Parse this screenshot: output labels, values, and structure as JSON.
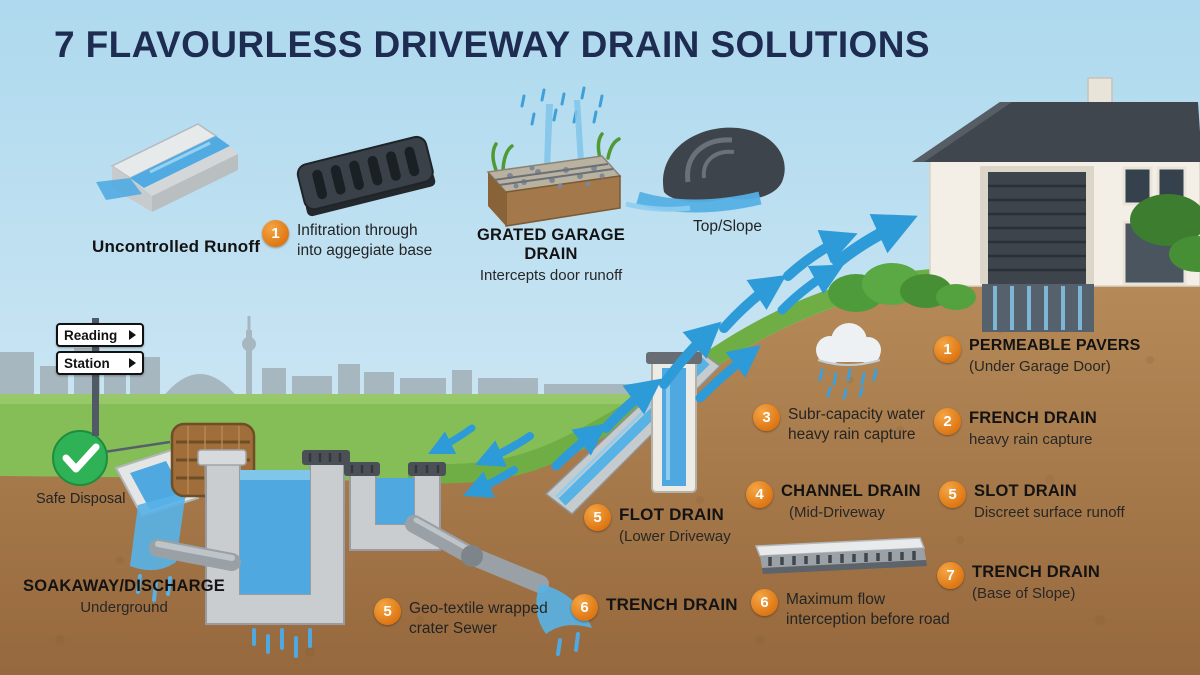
{
  "title": "7 FLAVOURLESS DRIVEWAY DRAIN SOLUTIONS",
  "scene": {
    "sign_top": "Reading",
    "sign_bottom": "Station"
  },
  "labels": {
    "uncontrolled_runoff": {
      "text": "Uncontrolled Runoff"
    },
    "infiltration": {
      "num": "1",
      "line1": "Infitration through",
      "line2": "into aggegiate base"
    },
    "grated_garage_drain": {
      "title": "GRATED GARAGE DRAIN",
      "subtitle": "Intercepts door runoff"
    },
    "top_slope": {
      "text": "Top/Slope"
    },
    "safe_disposal": {
      "text": "Safe Disposal"
    },
    "soakaway": {
      "title": "SOAKAWAY/DISCHARGE",
      "subtitle": "Underground"
    },
    "geo_textile": {
      "num": "5",
      "line1": "Geo-textile wrapped",
      "line2": "crater Sewer"
    },
    "flot_drain": {
      "num": "5",
      "title": "FLOT DRAIN",
      "subtitle": "(Lower Driveway"
    },
    "trench_drain_center": {
      "num": "6",
      "title": "TRENCH DRAIN"
    },
    "permeable_pavers": {
      "num": "1",
      "title": "PERMEABLE PAVERS",
      "subtitle": "(Under Garage Door)"
    },
    "french_drain": {
      "num": "2",
      "title": "FRENCH DRAIN",
      "subtitle": "heavy rain capture"
    },
    "sub_capacity": {
      "num": "3",
      "line1": "Subr-capacity water",
      "line2": "heavy rain capture"
    },
    "channel_drain": {
      "num": "4",
      "title": "CHANNEL DRAIN",
      "subtitle": "(Mid-Driveway"
    },
    "slot_drain": {
      "num": "5",
      "title": "SLOT DRAIN",
      "subtitle": "Discreet surface runoff"
    },
    "max_flow": {
      "num": "6",
      "line1": "Maximum flow",
      "line2": "interception before road"
    },
    "trench_drain_right": {
      "num": "7",
      "title": "TRENCH DRAIN",
      "subtitle": "(Base of Slope)"
    }
  },
  "colors": {
    "title_navy": "#1d2c50",
    "badge_orange": "#dd7613",
    "arrow_blue": "#2d9bd8",
    "water_blue": "#4fa9e0",
    "grass_green": "#7cb84f",
    "soil_brown": "#a87c4e",
    "check_green": "#2fb256"
  }
}
